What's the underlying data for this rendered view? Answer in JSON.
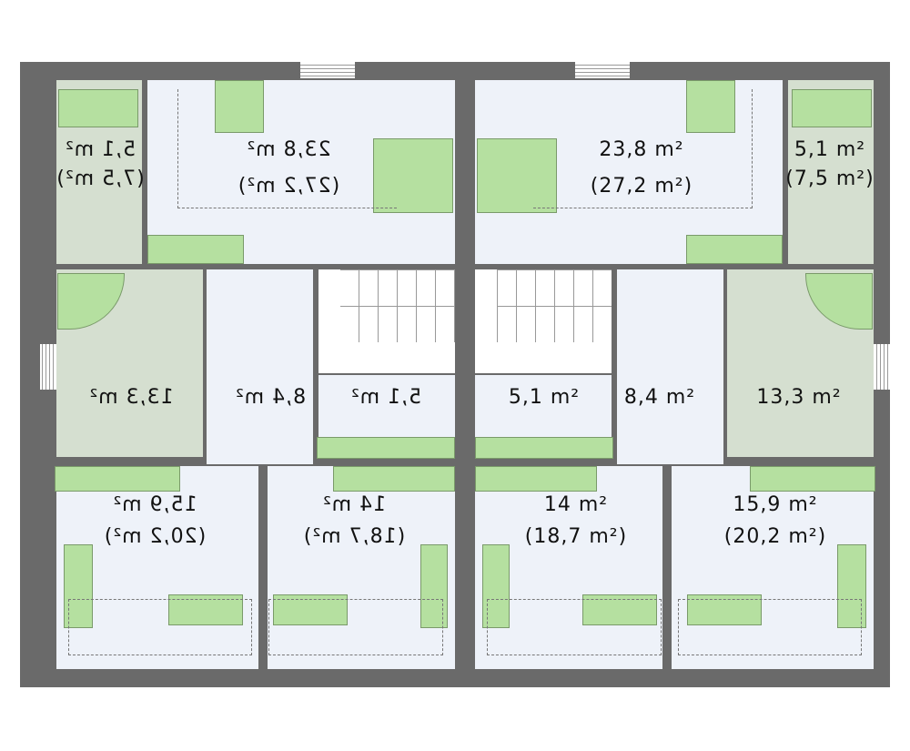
{
  "plan": {
    "left_unit": {
      "bedroom": "23,8 m²",
      "bedroom_total": "(27,2 m²)",
      "bath_small": "5,1 m²",
      "bath_small_total": "(7,5 m²)",
      "bathroom": "13,3 m²",
      "hall": "8,4 m²",
      "storage": "5,1 m²",
      "room_a": "14 m²",
      "room_a_total": "(18,7 m²)",
      "room_b": "15,9 m²",
      "room_b_total": "(20,2 m²)"
    },
    "right_unit": {
      "bedroom": "23,8 m²",
      "bedroom_total": "(27,2 m²)",
      "bath_small": "5,1 m²",
      "bath_small_total": "(7,5 m²)",
      "bathroom": "13,3 m²",
      "hall": "8,4 m²",
      "storage": "5,1 m²",
      "room_a": "14 m²",
      "room_a_total": "(18,7 m²)",
      "room_b": "15,9 m²",
      "room_b_total": "(20,2 m²)"
    }
  },
  "colors": {
    "wall": "#6a6a6a",
    "room": "#eef2f9",
    "wet_room": "#d5dfd0",
    "furniture": "#b5e0a0"
  }
}
